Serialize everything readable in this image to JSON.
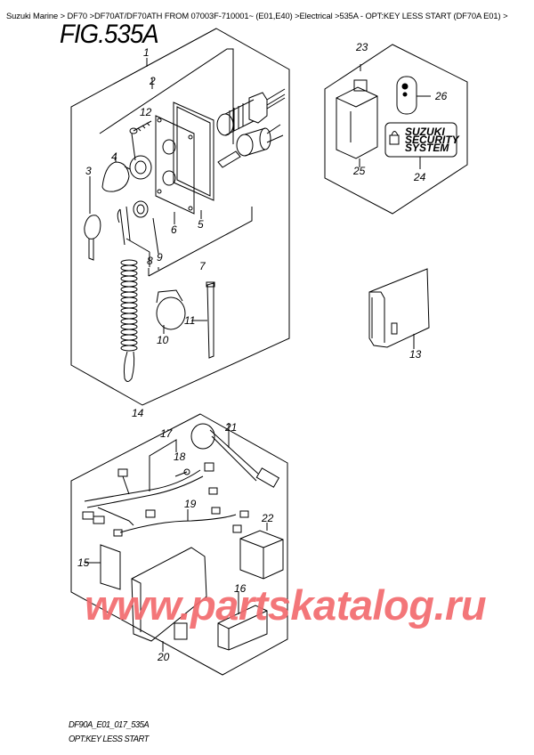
{
  "breadcrumb": [
    {
      "label": "Suzuki Marine"
    },
    {
      "label": "DF70"
    },
    {
      "label": "DF70AT/DF70ATH FROM 07003F-710001~ (E01,E40)"
    },
    {
      "label": "Electrical"
    },
    {
      "label": "535A - OPT:KEY LESS START (DF70A E01)"
    }
  ],
  "breadcrumb_separator": ">",
  "figure": {
    "title": "FIG.535A",
    "code": "DF90A_E01_017_535A",
    "description": "OPT:KEY LESS START"
  },
  "callouts": {
    "c1": "1",
    "c2": "2",
    "c3": "3",
    "c4": "4",
    "c5": "5",
    "c6": "6",
    "c7": "7",
    "c8": "8",
    "c9": "9",
    "c10": "10",
    "c11": "11",
    "c12": "12",
    "c13": "13",
    "c14": "14",
    "c15": "15",
    "c16": "16",
    "c17": "17",
    "c18": "18",
    "c19": "19",
    "c20": "20",
    "c21": "21",
    "c22": "22",
    "c23": "23",
    "c24": "24",
    "c25": "25",
    "c26": "26"
  },
  "label_sticker": {
    "line1": "SUZUKI",
    "line2": "SECURITY",
    "line3": "SYSTEM"
  },
  "watermark": {
    "text": "www.partskatalog.ru",
    "color": "#F26B6E"
  }
}
